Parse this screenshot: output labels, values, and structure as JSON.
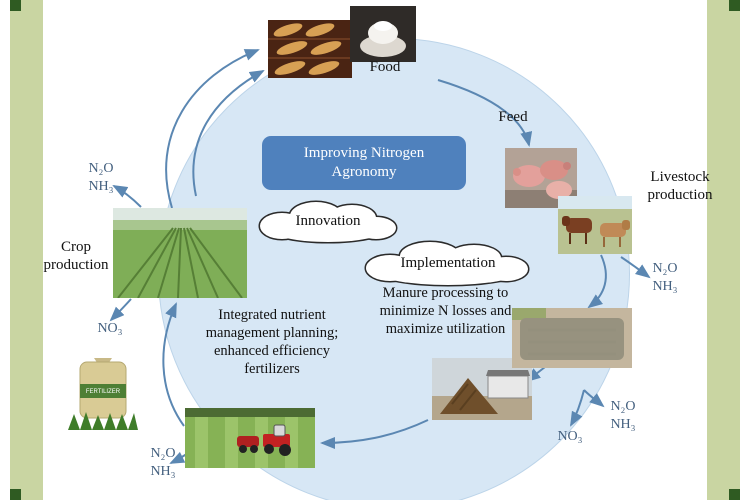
{
  "frame": {
    "side_bar_color": "#c9d5a2",
    "corner_color": "#2f5b22",
    "circle_color": "#d7e7f5",
    "arrow_color": "#5b87b2",
    "center_box_color": "#4f81bd"
  },
  "center_box": {
    "text": "Improving Nitrogen Agronomy"
  },
  "clouds": {
    "innovation": "Innovation",
    "implementation": "Implementation"
  },
  "labels": {
    "food": "Food",
    "feed": "Feed",
    "crop_production": "Crop production",
    "livestock_production": "Livestock production",
    "manure_processing": "Manure processing to minimize N losses and maximize utilization",
    "nutrient_management": "Integrated nutrient management planning; enhanced efficiency fertilizers",
    "fertilizer_bag": "FERTILIZER"
  },
  "chemicals": {
    "n2o": "N₂O",
    "nh3": "NH₃",
    "no3": "NO₃"
  },
  "images": {
    "bread": "bread-loaves-photo",
    "flour": "flour-bowl-photo",
    "pigs": "pigs-photo",
    "cattle": "cattle-photo",
    "crop_field": "crop-field-photo",
    "fertilizer": "fertilizer-bag-photo",
    "tractor": "tractor-spreading-photo",
    "manure_pile": "manure-pile-photo",
    "lagoon": "manure-lagoon-photo"
  }
}
